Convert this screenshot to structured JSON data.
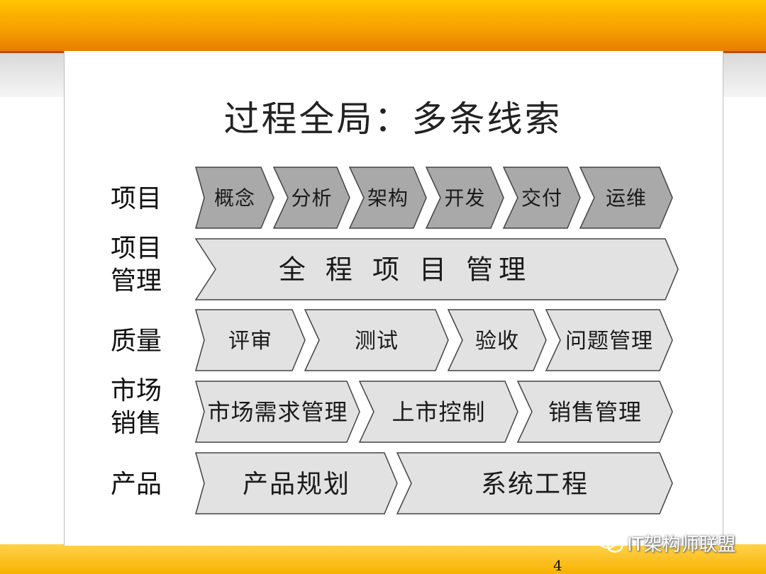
{
  "slide": {
    "title": "过程全局：多条线索",
    "page_number": "4",
    "watermark": "IT架构师联盟"
  },
  "rows": [
    {
      "label_lines": [
        "项目"
      ],
      "steps": [
        "概念",
        "分析",
        "架构",
        "开发",
        "交付",
        "运维"
      ],
      "fill": "#a9a9a9"
    },
    {
      "label_lines": [
        "项目",
        "管理"
      ],
      "steps": [
        "全 程 项 目 管理"
      ],
      "fill": "#e2e2e2"
    },
    {
      "label_lines": [
        "质量"
      ],
      "steps": [
        "评审",
        "测试",
        "验收",
        "问题管理"
      ],
      "fill": "#e2e2e2"
    },
    {
      "label_lines": [
        "市场",
        "销售"
      ],
      "steps": [
        "市场需求管理",
        "上市控制",
        "销售管理"
      ],
      "fill": "#e2e2e2"
    },
    {
      "label_lines": [
        "产品"
      ],
      "steps": [
        "产品规划",
        "系统工程"
      ],
      "fill": "#e2e2e2"
    }
  ],
  "colors": {
    "top_bar": "#f7a100",
    "bottom_bar": "#f7b200",
    "chevron_stroke": "#444444"
  }
}
